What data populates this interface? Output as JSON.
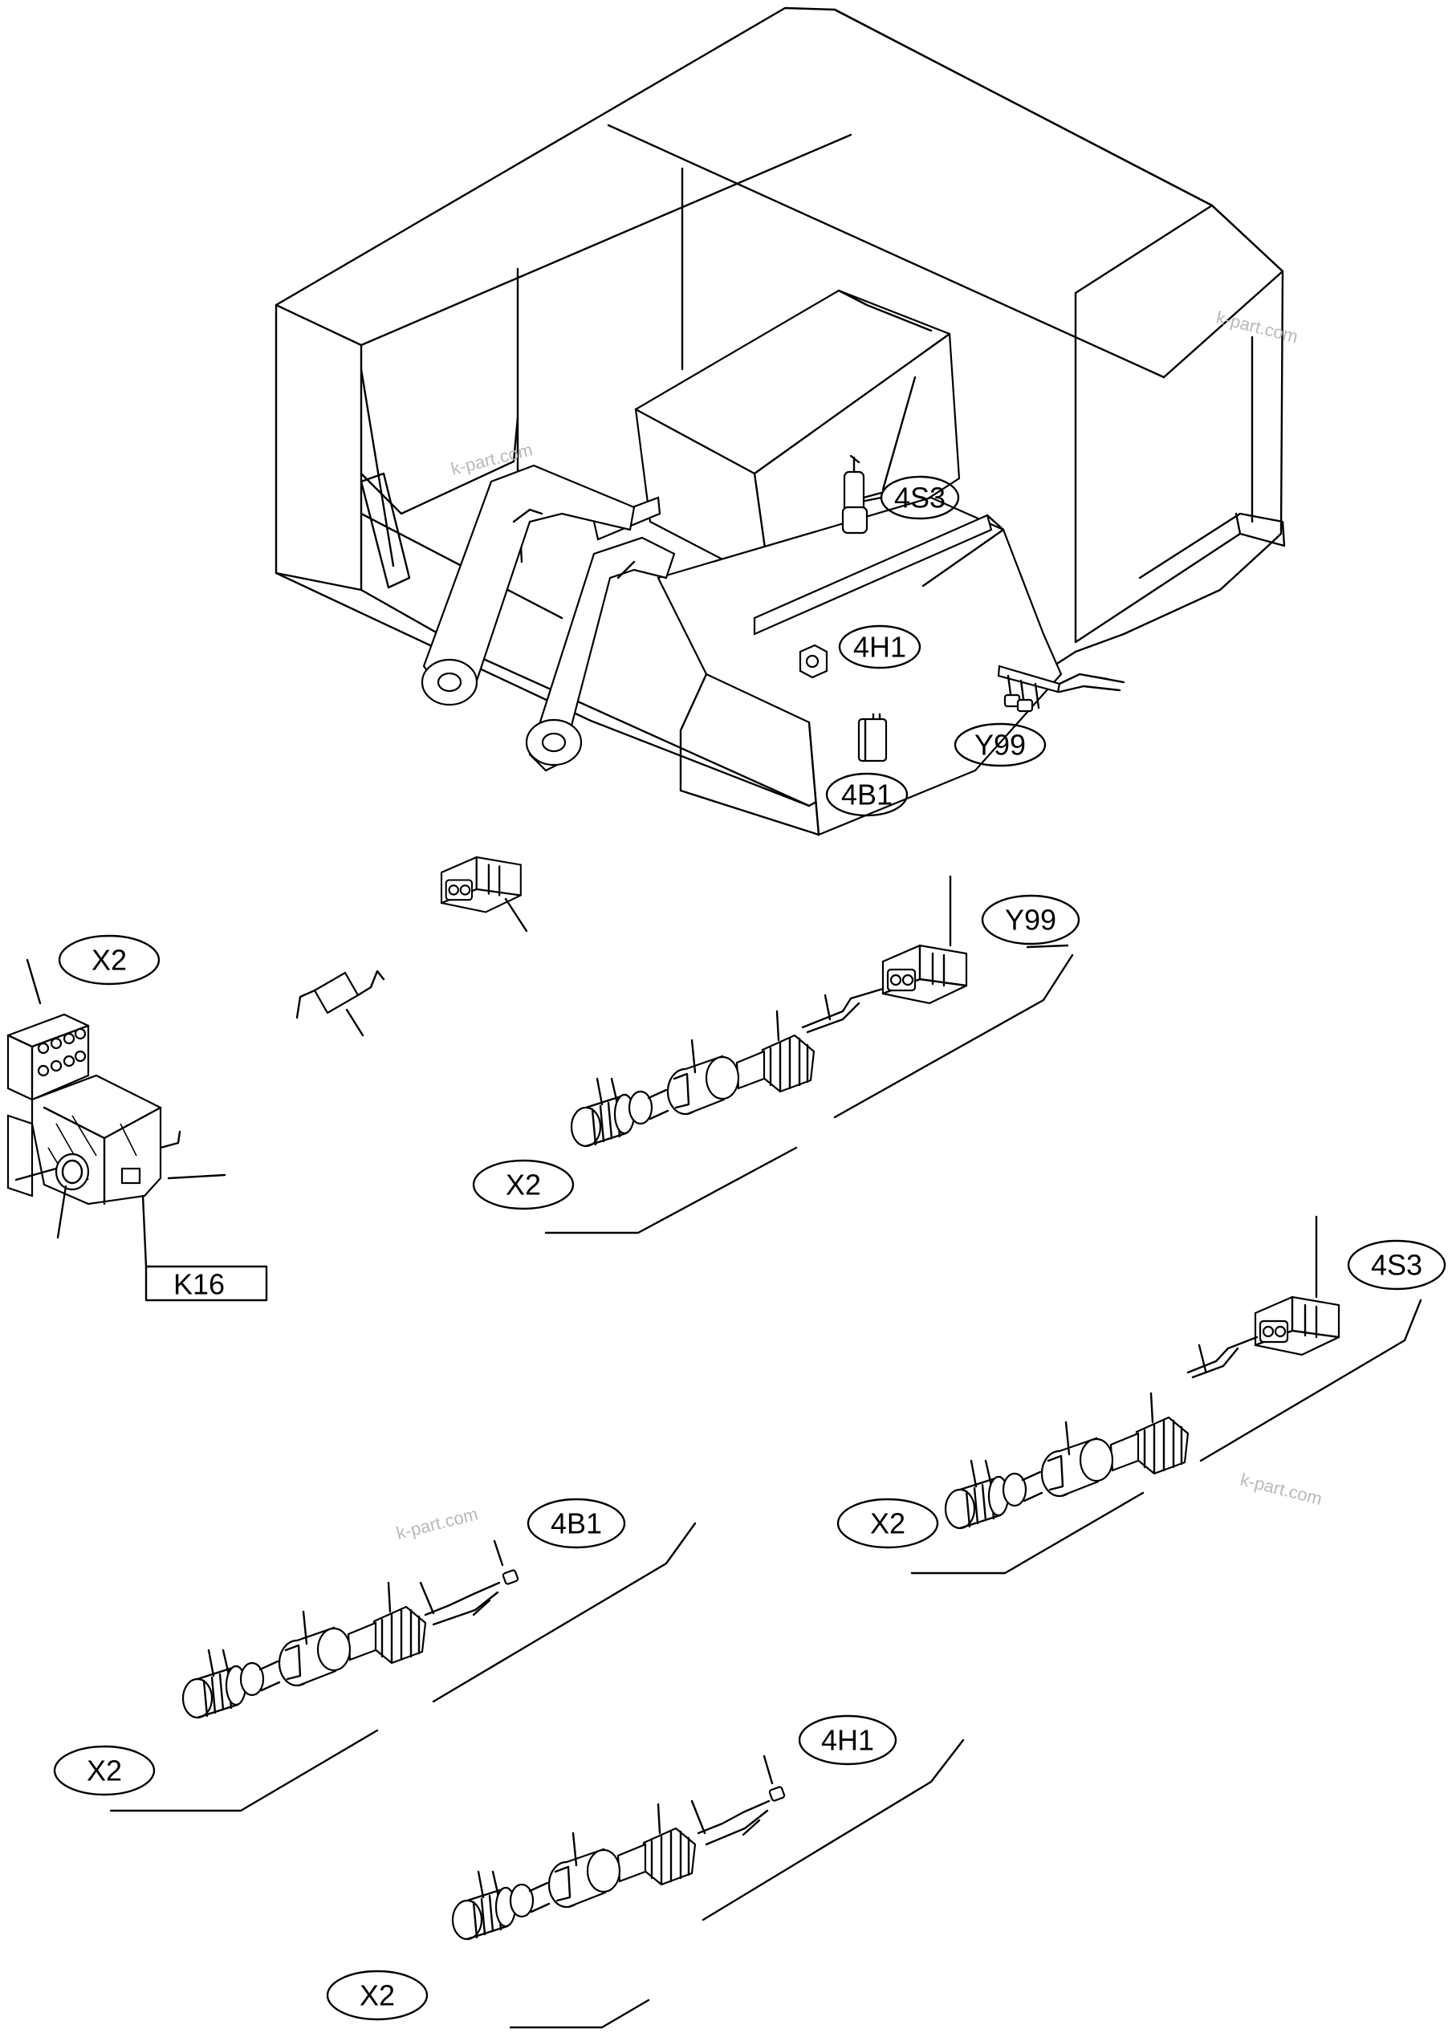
{
  "watermark": "k-part.com",
  "labels": {
    "s3_main": "4S3",
    "h1_main": "4H1",
    "y99_main": "Y99",
    "b1_main": "4B1",
    "x2_relay": "X2",
    "k16": "K16",
    "y99_sub": "Y99",
    "x2_y99": "X2",
    "s3_sub": "4S3",
    "x2_s3": "X2",
    "b1_sub": "4B1",
    "x2_b1": "X2",
    "h1_sub": "4H1",
    "x2_h1": "X2"
  }
}
